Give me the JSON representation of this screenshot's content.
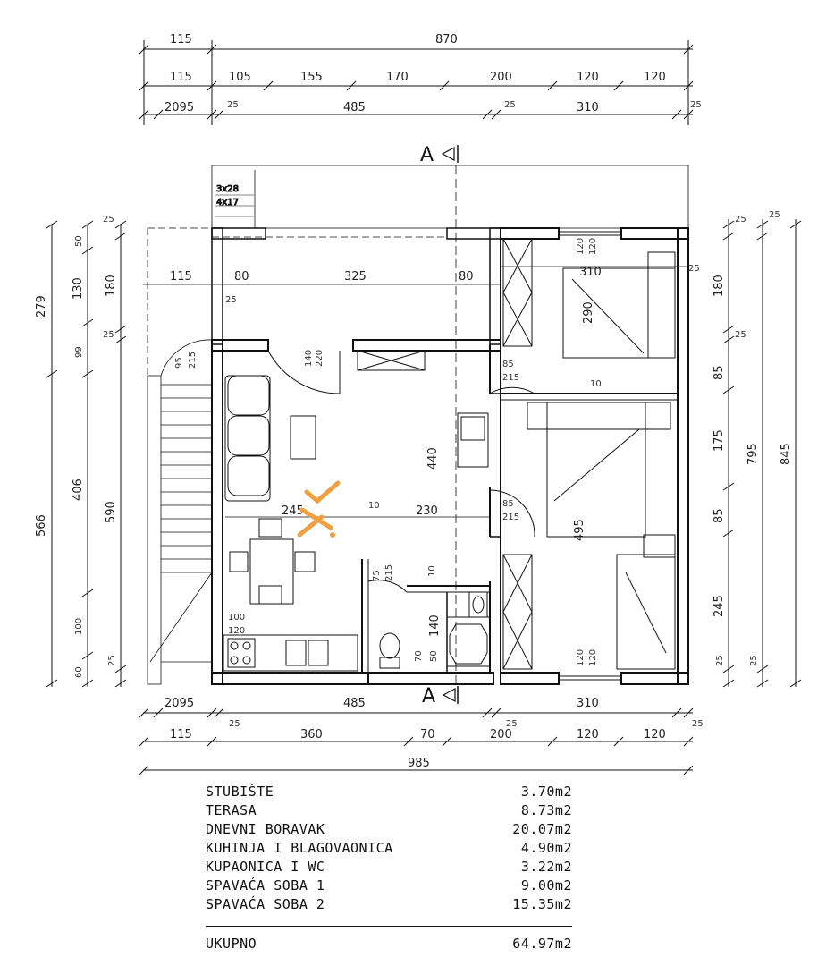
{
  "dimensions": {
    "top_total": [
      "115",
      "870"
    ],
    "top_row2": [
      "115",
      "105",
      "155",
      "170",
      "200",
      "120",
      "120"
    ],
    "top_row3": [
      "2095",
      "25",
      "485",
      "25",
      "310",
      "25"
    ],
    "inner_top": [
      "115",
      "80",
      "325",
      "80",
      "25",
      "310",
      "25"
    ],
    "left_outer": [
      "279",
      "566"
    ],
    "left_mid": [
      "50",
      "130",
      "99",
      "406",
      "100",
      "60"
    ],
    "left_inner": [
      "25",
      "180",
      "25",
      "590",
      "25"
    ],
    "right_inner": [
      "25",
      "180",
      "25",
      "85",
      "175",
      "85",
      "245",
      "25"
    ],
    "right_mid": [
      "25",
      "795",
      "25"
    ],
    "right_outer": [
      "845"
    ],
    "bottom_row1": [
      "2095",
      "25",
      "485",
      "25",
      "310",
      "25"
    ],
    "bottom_row2": [
      "115",
      "360",
      "70",
      "200",
      "120",
      "120"
    ],
    "bottom_total": [
      "985"
    ],
    "interior": [
      "245",
      "10",
      "230",
      "440",
      "495",
      "290",
      "140",
      "220",
      "95",
      "215",
      "85",
      "215",
      "85",
      "215",
      "75",
      "215",
      "10",
      "10",
      "140",
      "70",
      "50",
      "100",
      "120",
      "120",
      "120",
      "120",
      "120",
      "310",
      "3x28",
      "4x17"
    ],
    "section_marker": "A"
  },
  "area_table": {
    "rows": [
      {
        "name": "STUBIŠTE",
        "area": "3.70m2"
      },
      {
        "name": "TERASA",
        "area": "8.73m2"
      },
      {
        "name": "DNEVNI BORAVAK",
        "area": "20.07m2"
      },
      {
        "name": "KUHINJA I BLAGOVAONICA",
        "area": "4.90m2"
      },
      {
        "name": "KUPAONICA I WC",
        "area": "3.22m2"
      },
      {
        "name": "SPAVAĆA SOBA 1",
        "area": "9.00m2"
      },
      {
        "name": "SPAVAĆA SOBA 2",
        "area": "15.35m2"
      }
    ],
    "total": {
      "name": "UKUPNO",
      "area": "64.97m2"
    }
  },
  "colors": {
    "line": "#111111",
    "watermark": "#f0a040"
  }
}
